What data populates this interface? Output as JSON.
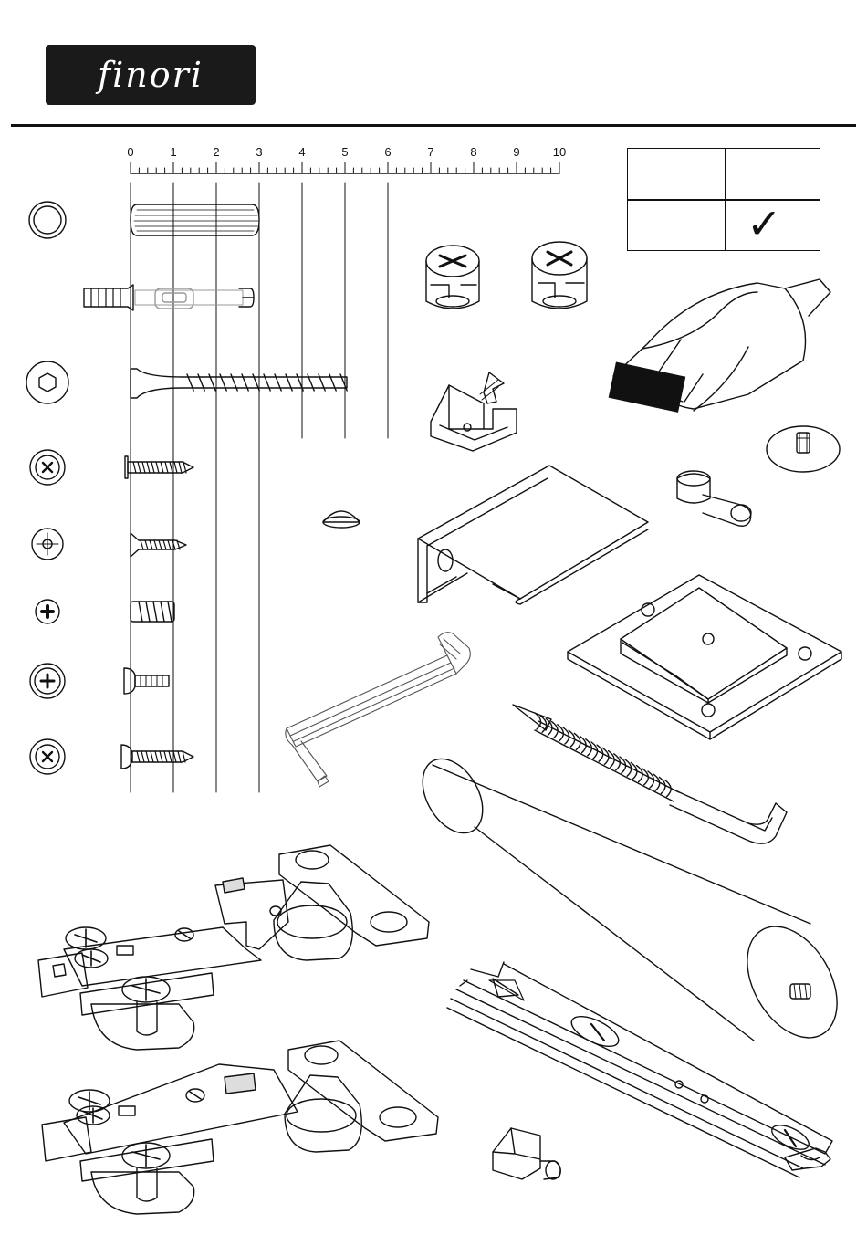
{
  "brand": {
    "logo_text": "finori"
  },
  "ruler": {
    "labels": [
      "0",
      "1",
      "2",
      "3",
      "4",
      "5",
      "6",
      "7",
      "8",
      "9",
      "10"
    ]
  },
  "quantity_table": {
    "cells": [
      "",
      "",
      "",
      ""
    ],
    "check_mark": "✓"
  },
  "colors": {
    "ink": "#111111",
    "logo_bg": "#1a1a1a",
    "paper": "#ffffff"
  },
  "icons": {
    "hardware": [
      "dowel",
      "cam-bolt",
      "confirmat-screw",
      "wood-screw-short",
      "countersunk-screw",
      "euro-screw",
      "machine-screw",
      "wood-screw-long",
      "cam-lock-nut",
      "cam-lock-nut-alt",
      "wall-plug",
      "bracket",
      "handle-profile",
      "shelf-pin",
      "cover-cap",
      "hex-key",
      "mounting-plate",
      "hook-screw",
      "furniture-leg",
      "drawer-slide",
      "concealed-hinge",
      "shelf-support",
      "felt-pad"
    ]
  }
}
